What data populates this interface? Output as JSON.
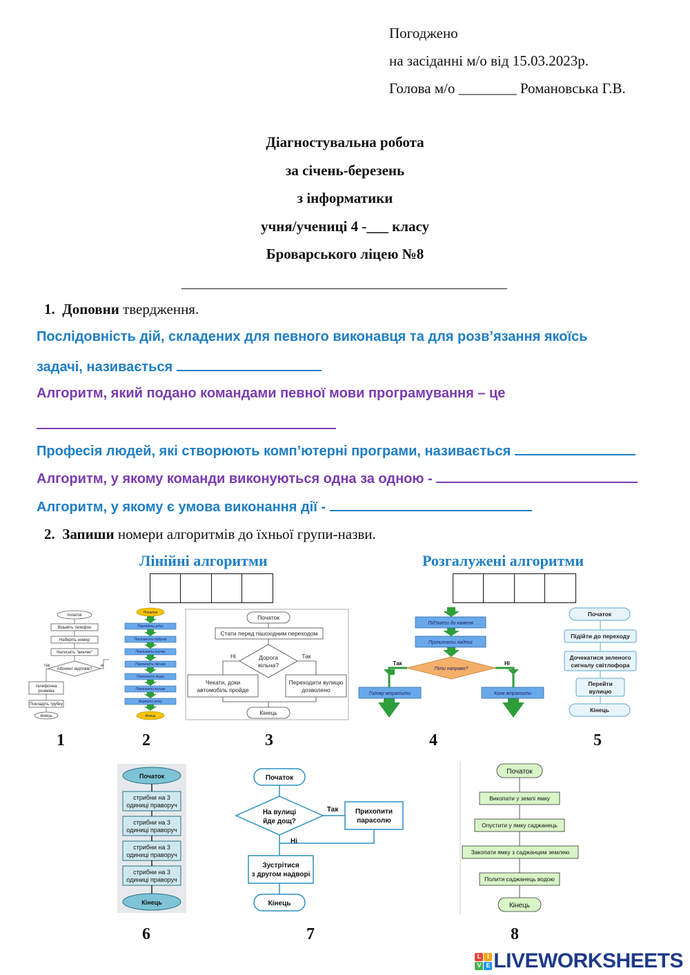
{
  "approval": {
    "line1": "Погоджено",
    "line2": "на засіданні м/о від 15.03.2023р.",
    "line3": "Голова м/о ________ Романовська Г.В."
  },
  "title": {
    "line1": "Діагностувальна робота",
    "line2": "за січень-березень",
    "line3": "з інформатики",
    "line4": "учня/учениці 4 -___ класу",
    "line5": "Броварського ліцею №8"
  },
  "q1": {
    "number": "1.",
    "verb": "Доповни",
    "rest": " твердження.",
    "s1a": "Послідовність дій, складених для певного виконавця та для розв’язання якоїсь",
    "s1b": "задачі, називається",
    "s2": "Алгоритм, який подано командами певної мови програмування – це",
    "s3": "Професія людей, які створюють комп’ютерні програми, називається",
    "s4": "Алгоритм, у якому команди виконуються одна за одною -",
    "s5": "Алгоритм, у якому є умова виконання дії -"
  },
  "q2": {
    "number": "2.",
    "verb": "Запиши",
    "rest": " номери алгоритмів до їхньої групи-назви.",
    "group1": "Лінійні алгоритми",
    "group2": "Розгалужені алгоритми"
  },
  "numbers": [
    "1",
    "2",
    "3",
    "4",
    "5",
    "6",
    "7",
    "8"
  ],
  "fc1": {
    "start": "початок",
    "s1": "Візьміть телефон",
    "s2": "Наберіть номер",
    "s3": "Натисніть \"виклик\"",
    "cond": "Абонент відповів?",
    "yes": "так",
    "no": "ні",
    "s4a": "телефонна",
    "s4b": "розмова",
    "s5": "Покладіть трубку",
    "end": "кінець"
  },
  "fc2": {
    "start": "Початок",
    "steps": [
      "Покладіть рідку",
      "Поставити бабуню",
      "Покликати онучку",
      "Покликати песика",
      "Покликати кішку",
      "Покликати мишку",
      "Вирвати ріпку"
    ],
    "end": "Кінець"
  },
  "fc3": {
    "start": "Початок",
    "s1": "Стати перед пішохідним переходом",
    "cond1": "Дорога",
    "cond2": "вільна?",
    "no": "Ні",
    "yes": "Так",
    "left1": "Чекати, доки",
    "left2": "автомобіль пройде",
    "right1": "Переходити вулицю",
    "right2": "дозволено",
    "end": "Кінець"
  },
  "fc4": {
    "s1": "Під'їхати до каменя",
    "s2": "Прочитати надпис",
    "cond": "Піти направо?",
    "yes": "Так",
    "no": "Ні",
    "left": "Голову втратити",
    "right": "Коня втратити"
  },
  "fc5": {
    "start": "Початок",
    "s1": "Підійти до переходу",
    "s2a": "Дочекатися зеленого",
    "s2b": "сигналу світлофора",
    "s3a": "Перейти",
    "s3b": "вулицю",
    "end": "Кінець"
  },
  "fc6": {
    "start": "Початок",
    "stepA": "стрибни на 3",
    "stepB": "одиниці праворуч",
    "end": "Кінець"
  },
  "fc7": {
    "start": "Початок",
    "cond1": "На вулиці",
    "cond2": "йде дощ?",
    "yes": "Так",
    "no": "Ні",
    "right1": "Прихопити",
    "right2": "парасолю",
    "s1a": "Зустрітися",
    "s1b": "з другом надворі",
    "end": "Кінець"
  },
  "fc8": {
    "start": "Початок",
    "s1": "Викопати у землі ямку",
    "s2": "Опустити у ямку саджанець",
    "s3": "Закопати ямку з саджанцем землею",
    "s4": "Полити саджанець водою",
    "end": "Кінець"
  },
  "logo": {
    "text": "LIVEWORKSHEETS",
    "l": "L",
    "i": "I",
    "v": "V",
    "e": "E"
  },
  "colors": {
    "blue": "#1f7fc4",
    "purple": "#7a3cb0",
    "green": "#2e9e3a",
    "yellow": "#f5c400",
    "light_blue_box": "#6aa9e9"
  }
}
